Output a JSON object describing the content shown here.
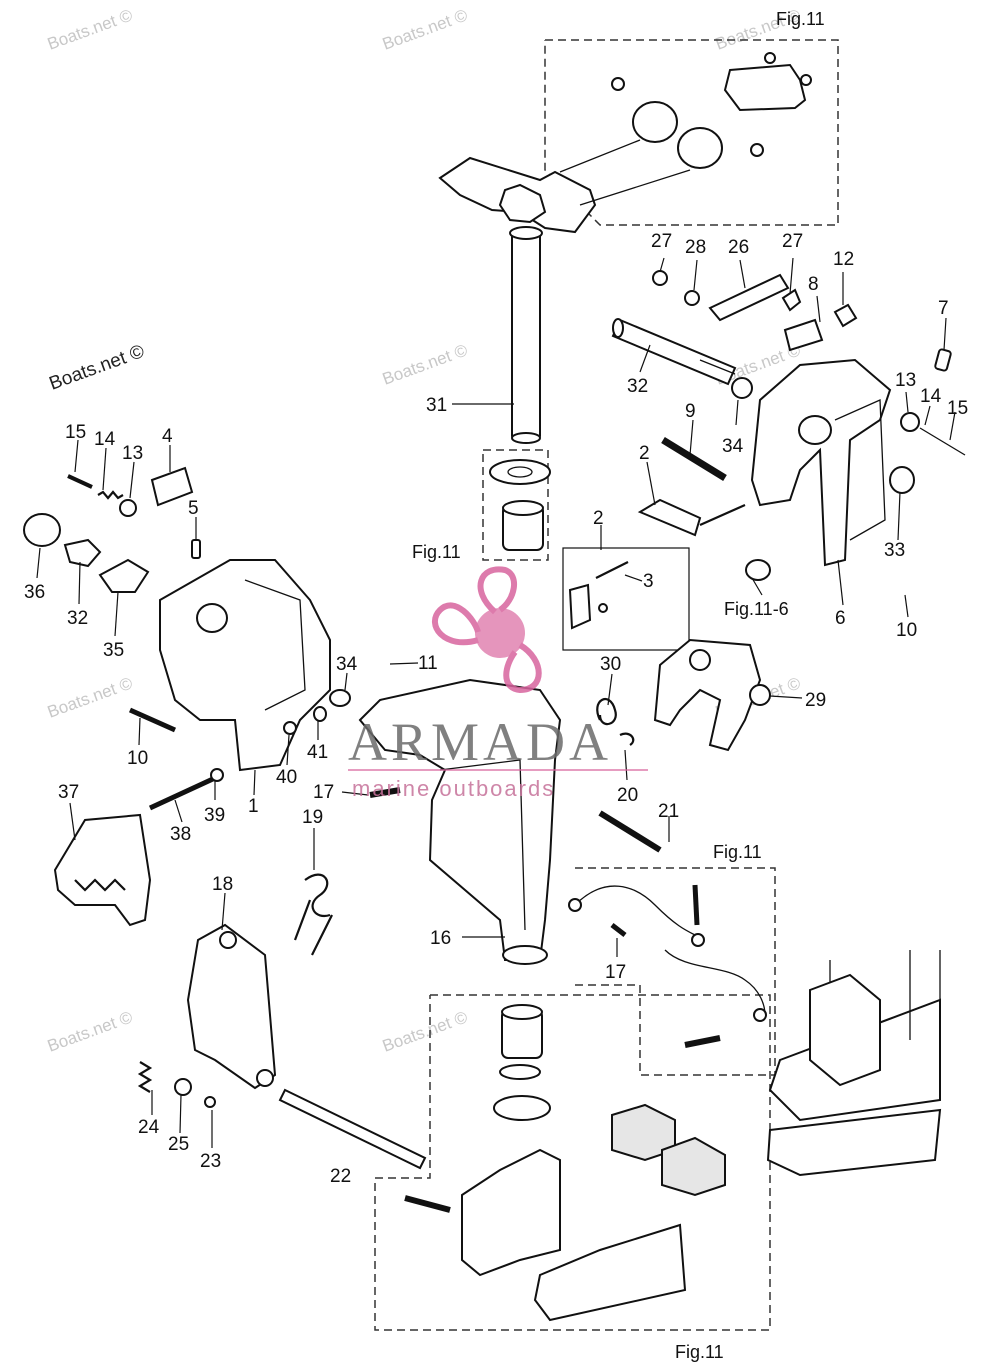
{
  "watermarks": {
    "faint": [
      "Boats.net ©",
      "Boats.net ©",
      "Boats.net ©",
      "Boats.net ©",
      "Boats.net ©",
      "Boats.net ©",
      "Boats.net ©",
      "Boats.net ©",
      "Boats.net ©"
    ],
    "dark": "Boats.net ©"
  },
  "brand": {
    "name": "ARMADA",
    "tagline": "marine outboards",
    "logo_color": "#d8649e"
  },
  "fig_labels": [
    "Fig.11",
    "Fig.11",
    "Fig.11-6",
    "Fig.11",
    "Fig.11"
  ],
  "part_numbers": [
    "31",
    "32",
    "34",
    "27",
    "28",
    "26",
    "27",
    "12",
    "8",
    "7",
    "13",
    "14",
    "15",
    "9",
    "2",
    "33",
    "2",
    "3",
    "6",
    "10",
    "15",
    "14",
    "13",
    "4",
    "5",
    "36",
    "32",
    "35",
    "11",
    "34",
    "41",
    "40",
    "10",
    "39",
    "1",
    "38",
    "37",
    "30",
    "29",
    "20",
    "17",
    "21",
    "19",
    "18",
    "16",
    "17",
    "24",
    "25",
    "23",
    "22"
  ]
}
